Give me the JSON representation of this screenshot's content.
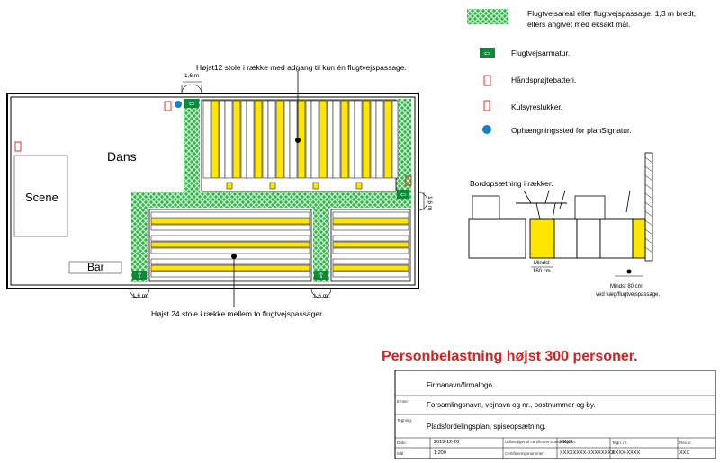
{
  "plan": {
    "room_dans": "Dans",
    "room_scene": "Scene",
    "room_bar": "Bar",
    "dim_1_6": "1,6 m",
    "annotation_top": "Højst12 stole i række med adgang til kun én flugtvejspassage.",
    "annotation_bottom": "Højst 24 stole i række mellem to flugtvejspassager."
  },
  "legend": {
    "escape_area": "Flugtvejsareal eller flugtvejspassage, 1,3 m bredt,",
    "escape_area_line2": "ellers angivet med eksakt mål.",
    "escape_sign": "Flugtvejsarmatur.",
    "hose": "Håndsprøjtebatteri.",
    "extinguisher": "Kulsyreslukker.",
    "signature": "Ophængningssted for planSignatur."
  },
  "detail": {
    "title": "Bordopsætning i rækker.",
    "min_160_a": "Mindst",
    "min_160_b": "160 cm",
    "min_80_a": "Mindst 80 cm",
    "min_80_b": "ved væg/flugtvejspassage."
  },
  "capacity_title": "Personbelastning højst 300 personer.",
  "title_block": {
    "company": "Firmanavn/firmalogo.",
    "emne_label": "Emne:",
    "emne_value": "Forsamlingsnavn, vejnavn og nr., postnummer og by.",
    "tegning_label": "Tegning:",
    "tegning_value": "Pladsfordelingsplan, spiseopsætning.",
    "dato_label": "Dato:",
    "dato_value": "2019-12-20",
    "maal_label": "Mål:",
    "maal_value": "1:200",
    "udfaerdiget_label": "Udfærdiget af certificeret brandrådgiver:",
    "udfaerdiget_value": "XXXX",
    "cert_label": "Certificeringsnummer:",
    "cert_value": "XXXXXXXX-XXXXXXXX",
    "tegn_label": "Tegn. nr.",
    "tegn_value": "XXXX-XXXX",
    "rev_label": "Rev.nr.",
    "rev_value": "XXX"
  }
}
